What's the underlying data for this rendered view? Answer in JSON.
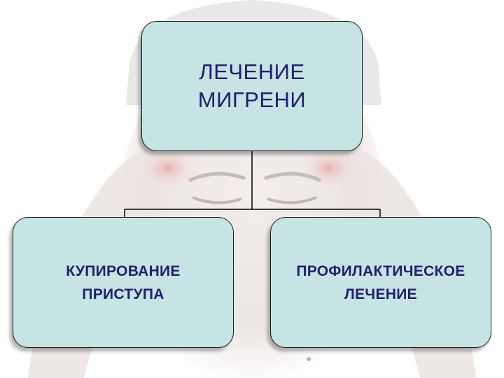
{
  "diagram": {
    "root": {
      "label": "ЛЕЧЕНИЕ\nМИГРЕНИ"
    },
    "children": [
      {
        "label": "КУПИРОВАНИЕ\nПРИСТУПА"
      },
      {
        "label": "ПРОФИЛАКТИЧЕСКОЕ\nЛЕЧЕНИЕ"
      }
    ]
  },
  "colors": {
    "node_fill": "#c6e4e4",
    "node_text": "#1f1f6e",
    "connector": "#000000"
  }
}
